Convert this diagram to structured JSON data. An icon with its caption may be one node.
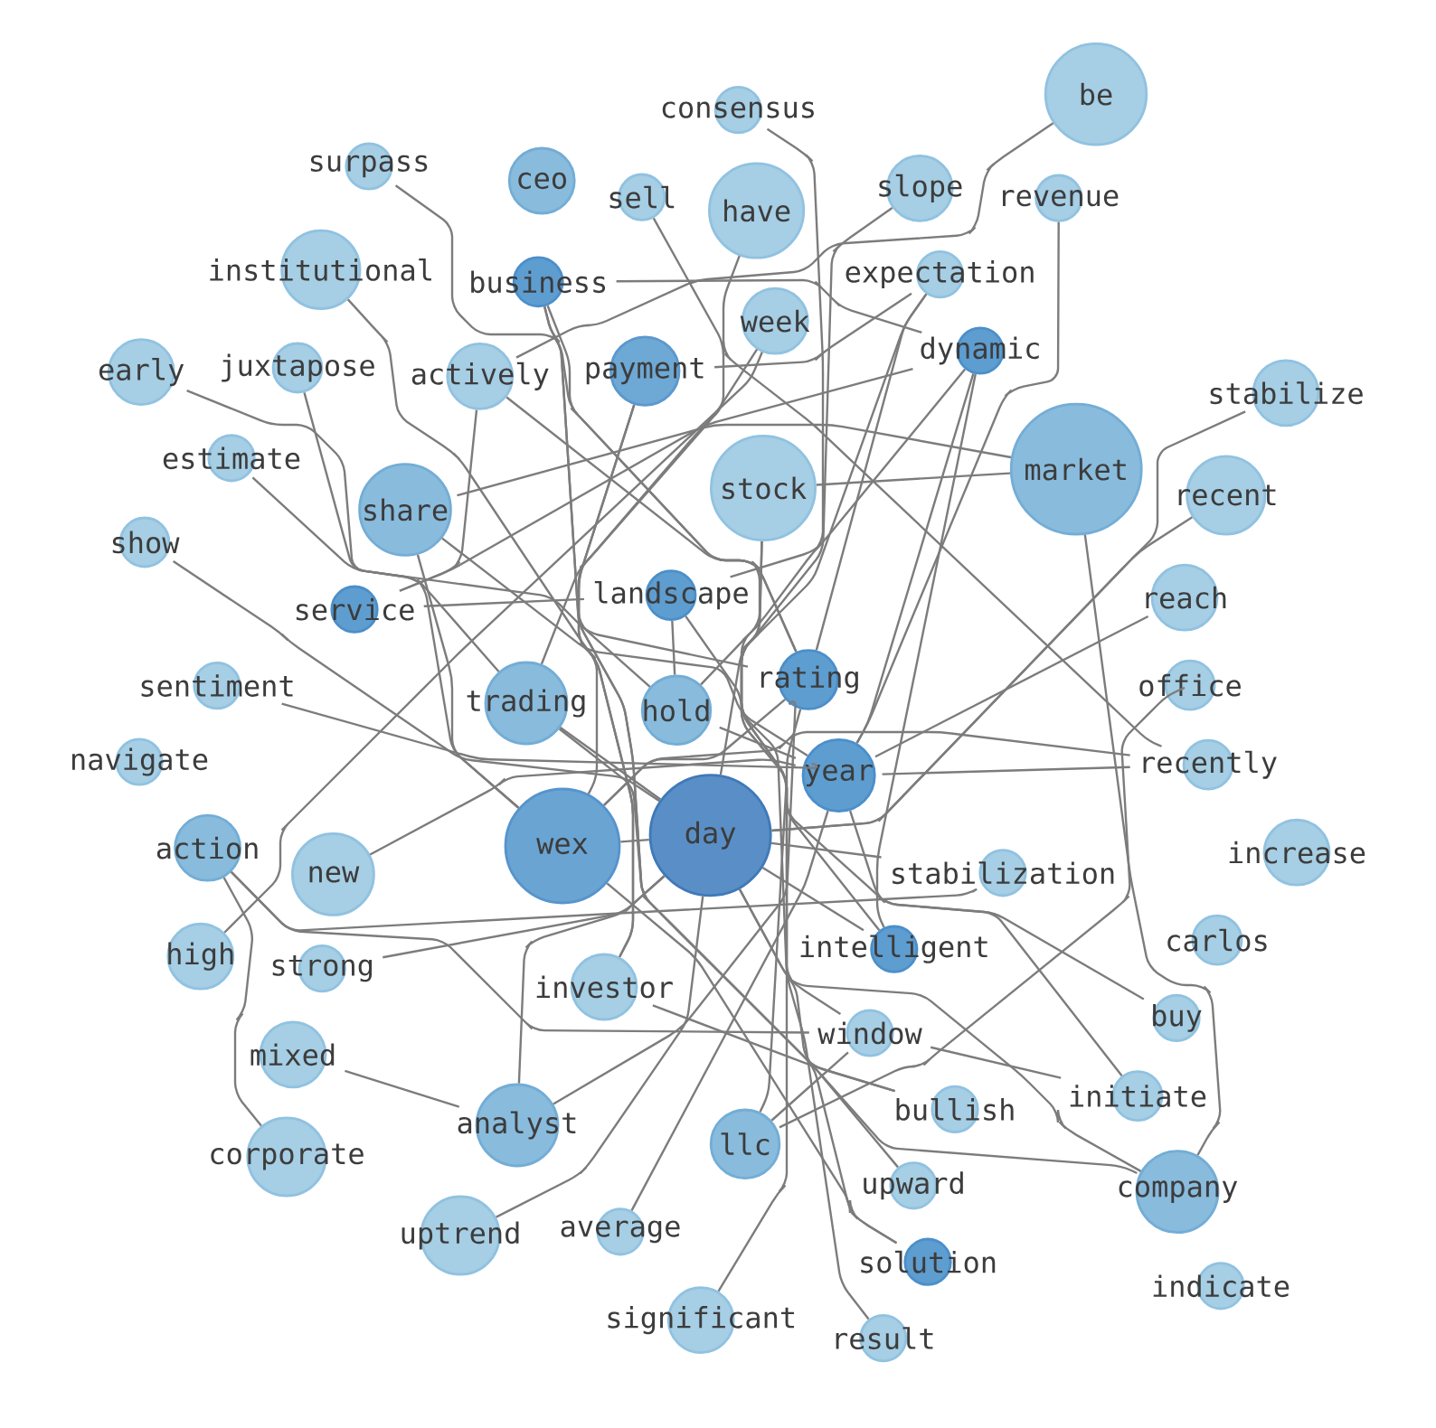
{
  "diagram": {
    "nodes": [
      {
        "text": [
          "consensus"
        ]
      },
      {
        "text": [
          "surpass"
        ]
      },
      {
        "text": [
          "ceo"
        ]
      },
      {
        "text": [
          "sell"
        ]
      },
      {
        "text": [
          "be"
        ]
      },
      {
        "text": [
          "have"
        ]
      },
      {
        "text": [
          "revenue"
        ]
      },
      {
        "text": [
          "business"
        ]
      },
      {
        "text": [
          "week"
        ]
      },
      {
        "text": [
          "slope"
        ]
      },
      {
        "text": [
          "institutional"
        ]
      },
      {
        "text": [
          "juxtapose"
        ]
      },
      {
        "text": [
          "actively"
        ]
      },
      {
        "text": [
          "payment"
        ]
      },
      {
        "text": [
          "expectation"
        ]
      },
      {
        "text": [
          "early"
        ]
      },
      {
        "text": [
          "dynamic"
        ]
      },
      {
        "text": [
          "estimate"
        ]
      },
      {
        "text": [
          "stabilize"
        ]
      },
      {
        "text": [
          "stock"
        ]
      },
      {
        "text": [
          "recent"
        ]
      },
      {
        "text": [
          "share"
        ]
      },
      {
        "text": [
          "market"
        ]
      },
      {
        "text": [
          "show"
        ]
      },
      {
        "text": [
          "landscape"
        ]
      },
      {
        "text": [
          "service"
        ]
      },
      {
        "text": [
          "reach"
        ]
      },
      {
        "text": [
          "sentiment"
        ]
      },
      {
        "text": [
          "trading"
        ]
      },
      {
        "text": [
          "rating"
        ]
      },
      {
        "text": [
          "office"
        ]
      },
      {
        "text": [
          "hold"
        ]
      },
      {
        "text": [
          "year"
        ]
      },
      {
        "text": [
          "recently"
        ]
      },
      {
        "text": [
          "navigate"
        ]
      },
      {
        "text": [
          "carlos"
        ]
      },
      {
        "text": [
          "increase"
        ]
      },
      {
        "text": [
          "action"
        ]
      },
      {
        "text": [
          "day"
        ]
      },
      {
        "text": [
          "wex"
        ]
      },
      {
        "text": [
          "new"
        ]
      },
      {
        "text": [
          "initiate"
        ]
      },
      {
        "text": [
          "intelligent"
        ]
      },
      {
        "text": [
          "stabilization"
        ]
      },
      {
        "text": [
          "buy"
        ]
      },
      {
        "text": [
          "high"
        ]
      },
      {
        "text": [
          "strong"
        ]
      },
      {
        "text": [
          "investor"
        ]
      },
      {
        "text": [
          "mixed"
        ]
      },
      {
        "text": [
          "window"
        ]
      },
      {
        "text": [
          "bullish"
        ]
      },
      {
        "text": [
          "company"
        ]
      },
      {
        "text": [
          "indicate"
        ]
      },
      {
        "text": [
          "corporate"
        ]
      },
      {
        "text": [
          "llc"
        ]
      },
      {
        "text": [
          "analyst"
        ]
      },
      {
        "text": [
          "upward"
        ]
      },
      {
        "text": [
          "uptrend"
        ]
      },
      {
        "text": [
          "average"
        ]
      },
      {
        "text": [
          "solution"
        ]
      },
      {
        "text": [
          "result"
        ]
      },
      {
        "text": [
          "significant"
        ]
      }
    ],
    "edges": [
      {
        "from": 1,
        "to": 29,
        "arrow": "none"
      },
      {
        "from": 3,
        "to": 33,
        "arrow": "none"
      },
      {
        "from": 0,
        "to": 31,
        "arrow": "none"
      },
      {
        "from": 5,
        "to": 39,
        "arrow": "none"
      },
      {
        "from": 4,
        "to": 12,
        "arrow": "none"
      },
      {
        "from": 6,
        "to": 32,
        "arrow": "none"
      },
      {
        "from": 9,
        "to": 54,
        "arrow": "none"
      },
      {
        "from": 14,
        "to": 38,
        "arrow": "none"
      },
      {
        "from": 14,
        "to": 29,
        "arrow": "none"
      },
      {
        "from": 16,
        "to": 32,
        "arrow": "none"
      },
      {
        "from": 16,
        "to": 24,
        "arrow": "none"
      },
      {
        "from": 16,
        "to": 25,
        "arrow": "none"
      },
      {
        "from": 16,
        "to": 42,
        "arrow": "none"
      },
      {
        "from": 7,
        "to": 16,
        "arrow": "none"
      },
      {
        "from": 13,
        "to": 14,
        "arrow": "none"
      },
      {
        "from": 7,
        "to": 42,
        "arrow": "none"
      },
      {
        "from": 7,
        "to": 59,
        "arrow": "none"
      },
      {
        "from": 7,
        "to": 56,
        "arrow": "none"
      },
      {
        "from": 8,
        "to": 28,
        "arrow": "none"
      },
      {
        "from": 45,
        "to": 8,
        "arrow": "none"
      },
      {
        "from": 12,
        "to": 25,
        "arrow": "none"
      },
      {
        "from": 12,
        "to": 29,
        "arrow": "none"
      },
      {
        "from": 13,
        "to": 47,
        "arrow": "none"
      },
      {
        "from": 13,
        "to": 31,
        "arrow": "none"
      },
      {
        "from": 15,
        "to": 28,
        "arrow": "none"
      },
      {
        "from": 17,
        "to": 29,
        "arrow": "none"
      },
      {
        "from": 18,
        "to": 38,
        "arrow": "none"
      },
      {
        "from": 20,
        "to": 38,
        "arrow": "none"
      },
      {
        "from": 21,
        "to": 22,
        "arrow": "none"
      },
      {
        "from": 19,
        "to": 22,
        "arrow": "none"
      },
      {
        "from": 21,
        "to": 32,
        "arrow": "none"
      },
      {
        "from": 21,
        "to": 39,
        "arrow": "none"
      },
      {
        "from": 22,
        "to": 51,
        "arrow": "none"
      },
      {
        "from": 23,
        "to": 38,
        "arrow": "none"
      },
      {
        "from": 25,
        "to": 24,
        "arrow": "none"
      },
      {
        "from": 24,
        "to": 31,
        "arrow": "none"
      },
      {
        "from": 24,
        "to": 44,
        "arrow": "none"
      },
      {
        "from": 11,
        "to": 39,
        "arrow": "none"
      },
      {
        "from": 10,
        "to": 47,
        "arrow": "none"
      },
      {
        "from": 27,
        "to": 32,
        "arrow": "none"
      },
      {
        "from": 28,
        "to": 38,
        "arrow": "none"
      },
      {
        "from": 28,
        "to": 51,
        "arrow": "none"
      },
      {
        "from": 31,
        "to": 32,
        "arrow": "none"
      },
      {
        "from": 32,
        "to": 26,
        "arrow": "none"
      },
      {
        "from": 32,
        "to": 33,
        "arrow": "none"
      },
      {
        "from": 32,
        "to": 41,
        "arrow": "none"
      },
      {
        "from": 29,
        "to": 61,
        "arrow": "none"
      },
      {
        "from": 39,
        "to": 38,
        "arrow": "none"
      },
      {
        "from": 39,
        "to": 33,
        "arrow": "none"
      },
      {
        "from": 39,
        "to": 29,
        "arrow": "none"
      },
      {
        "from": 39,
        "to": 59,
        "arrow": "none"
      },
      {
        "from": 37,
        "to": 49,
        "arrow": "none"
      },
      {
        "from": 37,
        "to": 43,
        "arrow": "none"
      },
      {
        "from": 37,
        "to": 53,
        "arrow": "none"
      },
      {
        "from": 40,
        "to": 32,
        "arrow": "none"
      },
      {
        "from": 46,
        "to": 38,
        "arrow": "none"
      },
      {
        "from": 38,
        "to": 42,
        "arrow": "none"
      },
      {
        "from": 38,
        "to": 43,
        "arrow": "none"
      },
      {
        "from": 38,
        "to": 51,
        "arrow": "none"
      },
      {
        "from": 38,
        "to": 50,
        "arrow": "none"
      },
      {
        "from": 47,
        "to": 50,
        "arrow": "none"
      },
      {
        "from": 48,
        "to": 55,
        "arrow": "none"
      },
      {
        "from": 55,
        "to": 38,
        "arrow": "none"
      },
      {
        "from": 57,
        "to": 38,
        "arrow": "none"
      },
      {
        "from": 55,
        "to": 29,
        "arrow": "none"
      },
      {
        "from": 54,
        "to": 30,
        "arrow": "none"
      },
      {
        "from": 54,
        "to": 49,
        "arrow": "none"
      },
      {
        "from": 49,
        "to": 41,
        "arrow": "none"
      },
      {
        "from": 60,
        "to": 19,
        "arrow": "none"
      },
      {
        "from": 19,
        "to": 49,
        "arrow": "none"
      },
      {
        "from": 58,
        "to": 32,
        "arrow": "none"
      }
    ]
  }
}
